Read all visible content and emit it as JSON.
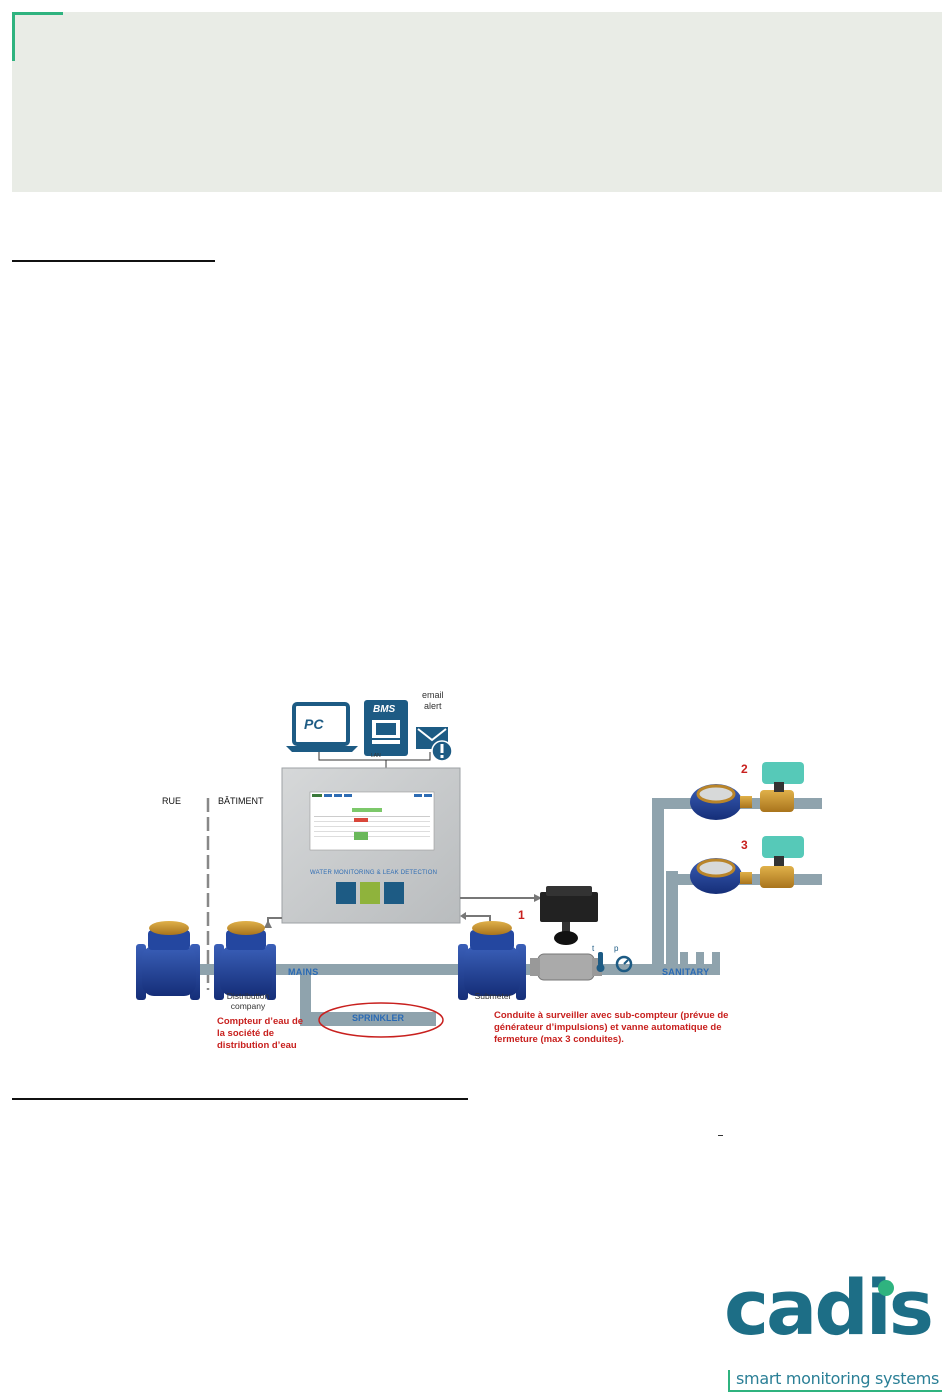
{
  "diagram": {
    "zone_left": "RUE",
    "zone_right": "BÂTIMENT",
    "icons": {
      "pc": "PC",
      "bms": "BMS",
      "email": "email",
      "alert": "alert",
      "lan": "LAN"
    },
    "panel_title": "WATER MONITORING & LEAK DETECTION",
    "pipes": {
      "mains": "MAINS",
      "sanitary": "SANITARY",
      "sprinkler": "SPRINKLER"
    },
    "meter_distribution": "Distribution company",
    "meter_submeter": "Submeter",
    "note_distribution": "Compteur d’eau de la société de distribution d’eau",
    "note_submeter": "Conduite à surveiller avec sub-compteur (prévue de générateur d’impulsions) et vanne automatique de fermeture (max 3 conduites).",
    "numbers": [
      "1",
      "2",
      "3"
    ],
    "sensor_t": "t",
    "sensor_p": "p"
  },
  "logo": {
    "name": "cadis",
    "tagline": "smart monitoring systems"
  },
  "colors": {
    "header_bg": "#e9ece6",
    "accent_green": "#2fb37f",
    "pipe": "#8fa3ad",
    "meter_blue": "#1f3d8f",
    "note_red": "#c8201e",
    "label_blue": "#2a6ab4",
    "logo_blue": "#1d6e86"
  }
}
